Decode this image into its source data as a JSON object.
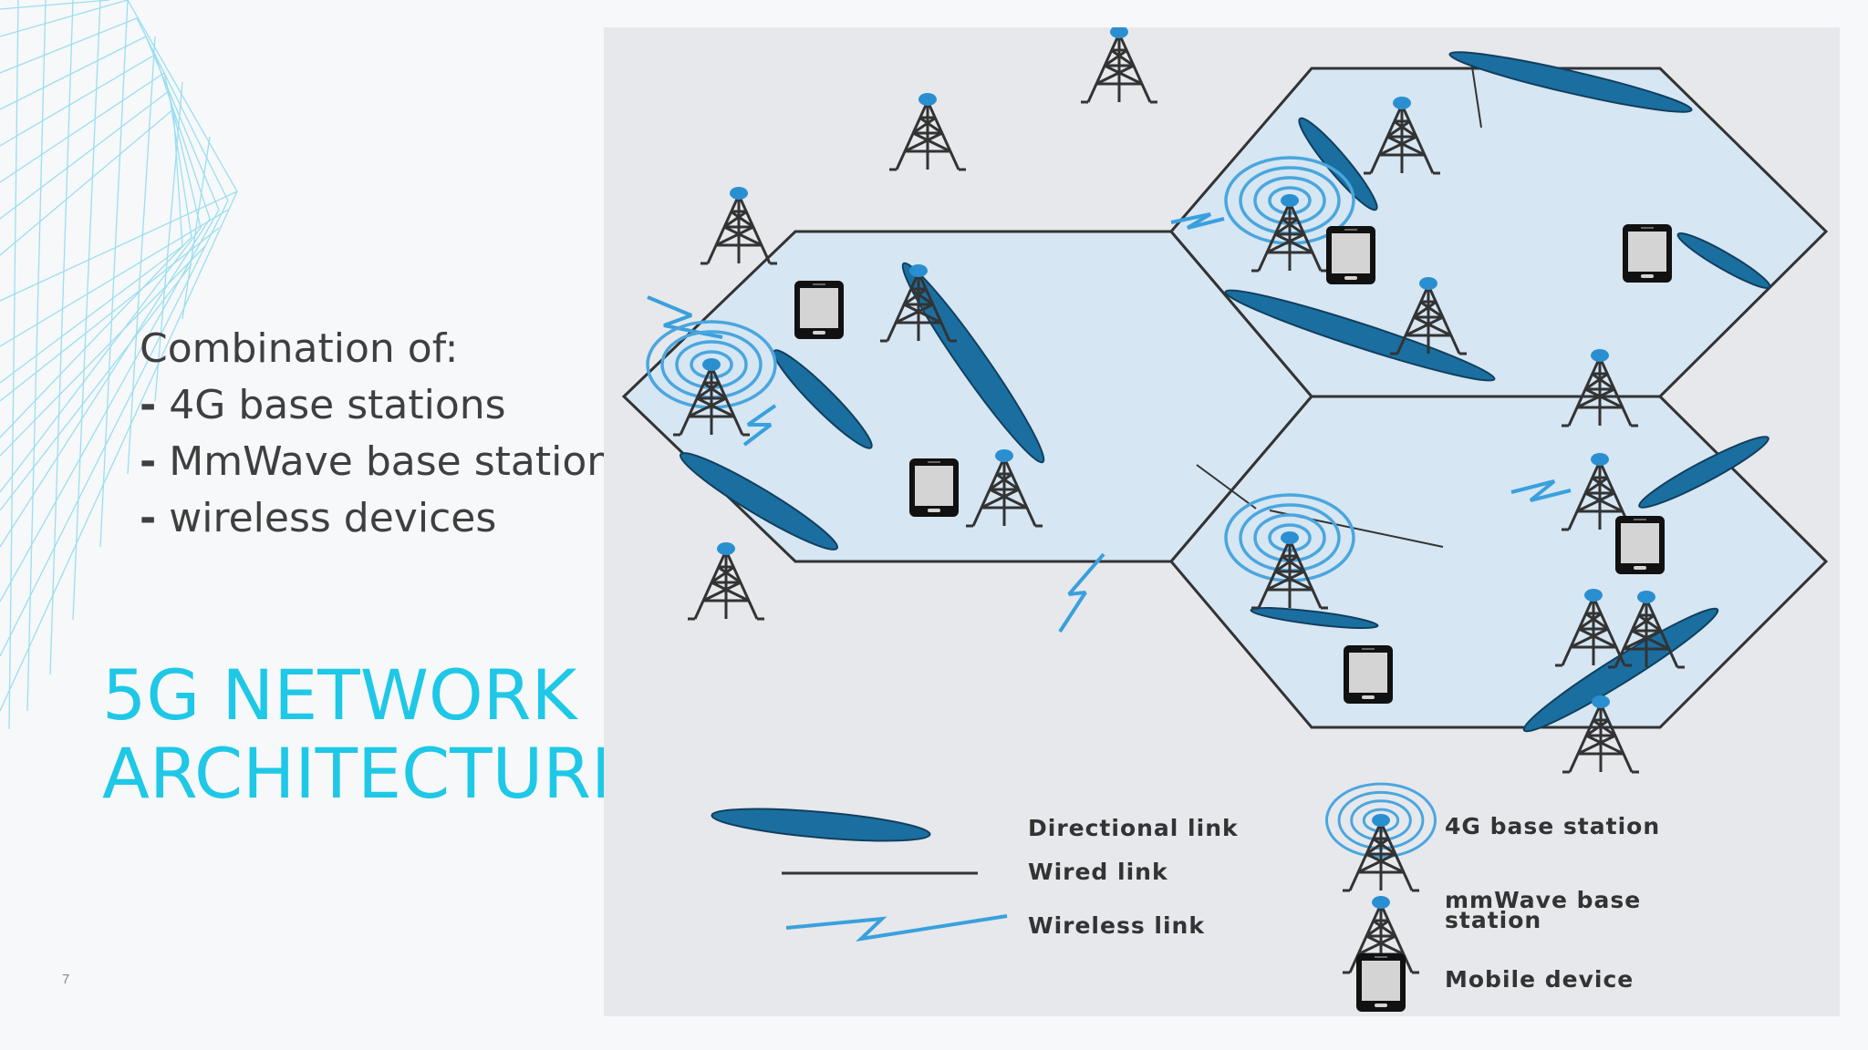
{
  "intro": {
    "heading": "Combination of:",
    "items": [
      {
        "dash": "-",
        "text": "4G base stations"
      },
      {
        "dash": "-",
        "text": "MmWave base stations"
      },
      {
        "dash": "-",
        "text": "wireless devices"
      }
    ]
  },
  "title": {
    "line1": "5G NETWORK",
    "line2": "ARCHITECTURE"
  },
  "slide_number": "7",
  "legend": {
    "directional": "Directional link",
    "wired": "Wired link",
    "wireless": "Wireless link",
    "bs4g": "4G base station",
    "mmwave_line1": "mmWave base",
    "mmwave_line2": "station",
    "mobile": "Mobile device"
  },
  "colors": {
    "title": "#1ec8e6",
    "beam": "#1a6fa0",
    "cell": "#d6e6f3",
    "wireless": "#3aa0dd",
    "panel": "#e6e8ec"
  }
}
